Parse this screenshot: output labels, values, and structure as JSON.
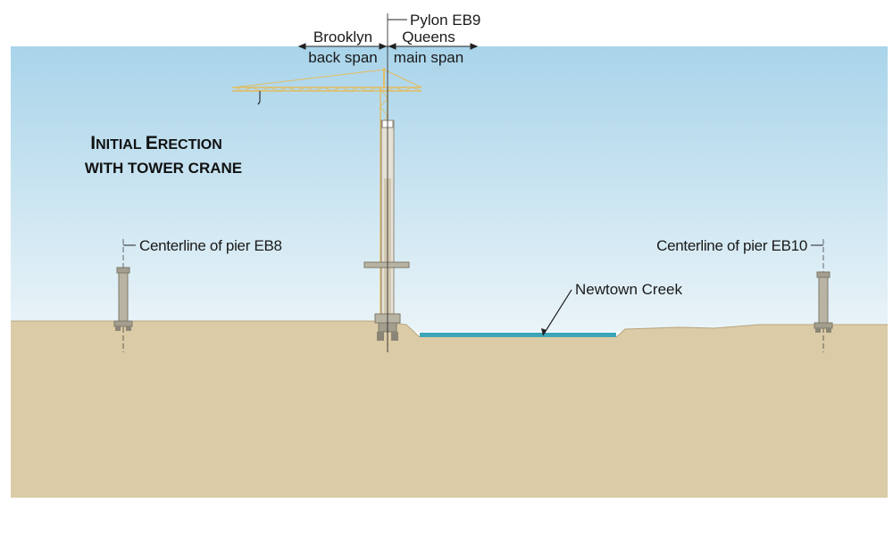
{
  "title": {
    "line1_big1": "I",
    "line1_small1": "NITIAL ",
    "line1_big2": "E",
    "line1_small2": "RECTION",
    "line2": "WITH TOWER CRANE"
  },
  "labels": {
    "pylon": "Pylon EB9",
    "brooklyn": "Brooklyn",
    "back_span": "back span",
    "queens": "Queens",
    "main_span": "main span",
    "pier_eb8": "Centerline of pier EB8",
    "pier_eb10": "Centerline of pier EB10",
    "creek": "Newtown Creek"
  },
  "colors": {
    "sky_top": "#a9d4ea",
    "sky_bottom": "#e6f2f7",
    "ground": "#dbcba6",
    "water": "#3aa6b8",
    "crane": "#e8c878",
    "pier": "#b9b3a4"
  }
}
